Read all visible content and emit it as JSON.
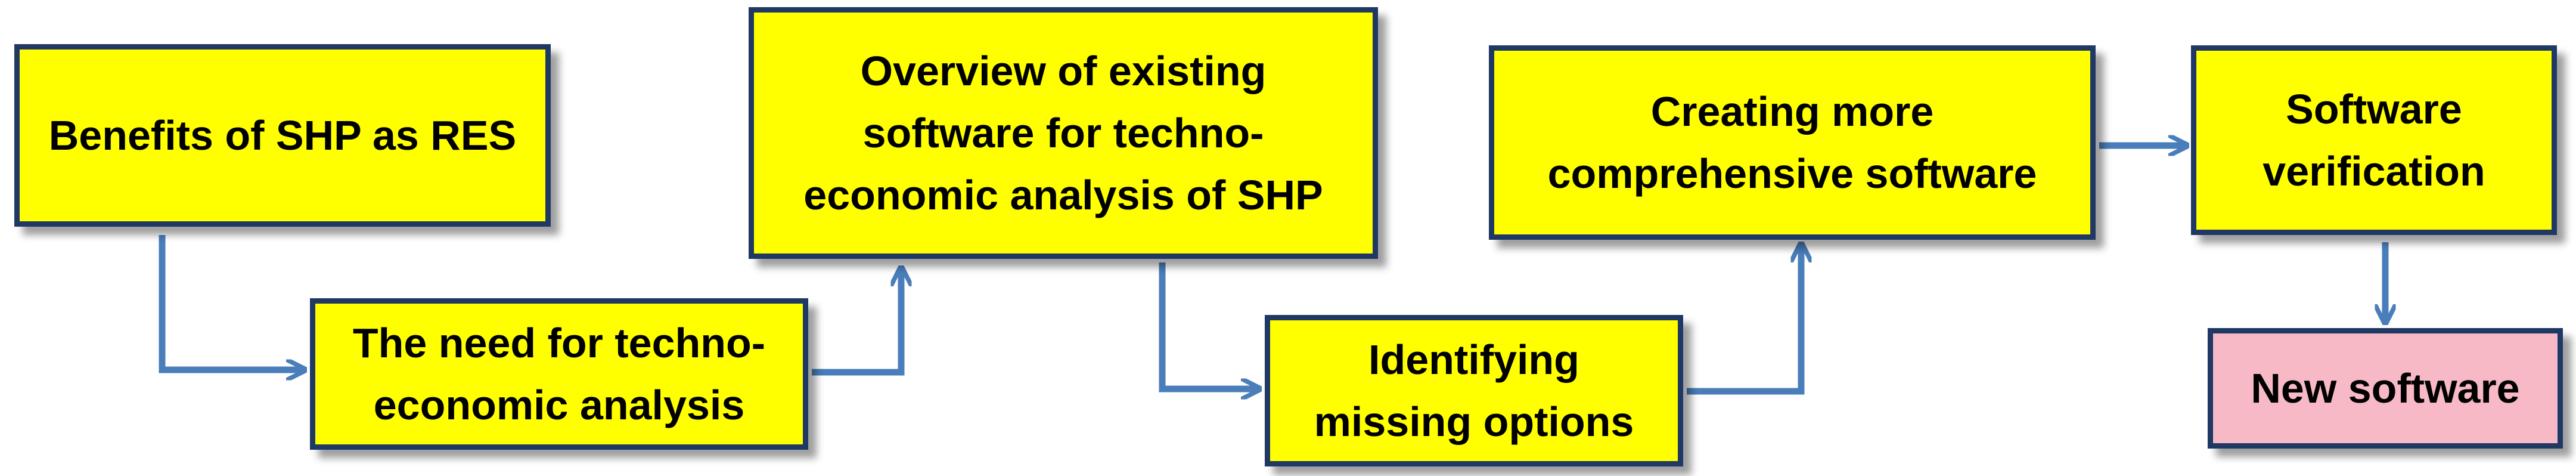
{
  "diagram": {
    "colors": {
      "box_fill": "#ffff00",
      "final_box_fill": "#f7b9c6",
      "box_border": "#1f3864",
      "arrow": "#4a7ebb",
      "text": "#000000"
    },
    "nodes": [
      {
        "id": "benefits",
        "label": "Benefits of SHP as RES"
      },
      {
        "id": "need",
        "label": "The need for techno-\neconomic analysis"
      },
      {
        "id": "overview",
        "label": "Overview of existing\nsoftware for techno-\neconomic analysis of SHP"
      },
      {
        "id": "missing",
        "label": "Identifying\nmissing options"
      },
      {
        "id": "creating",
        "label": "Creating more\ncomprehensive software"
      },
      {
        "id": "verification",
        "label": "Software\nverification"
      },
      {
        "id": "new",
        "label": "New software"
      }
    ],
    "edges": [
      {
        "from": "benefits",
        "to": "need"
      },
      {
        "from": "need",
        "to": "overview"
      },
      {
        "from": "overview",
        "to": "missing"
      },
      {
        "from": "missing",
        "to": "creating"
      },
      {
        "from": "creating",
        "to": "verification"
      },
      {
        "from": "verification",
        "to": "new"
      }
    ]
  }
}
